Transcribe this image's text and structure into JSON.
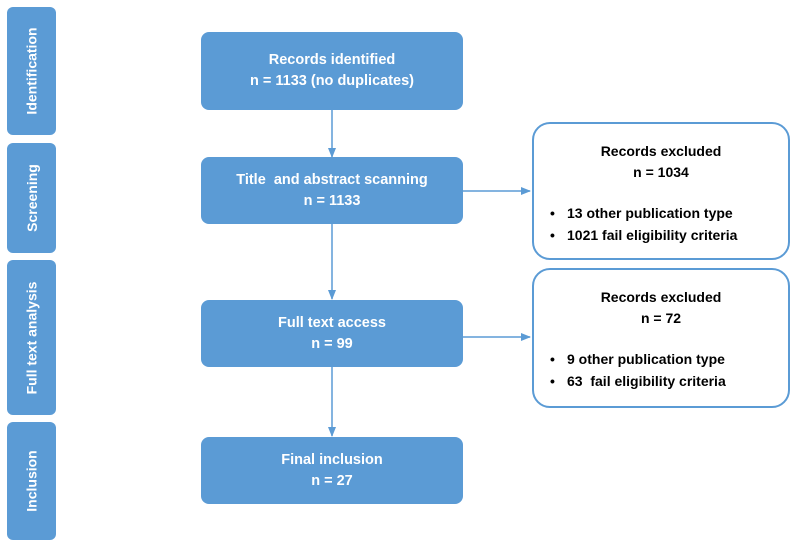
{
  "stages": [
    {
      "label": "Identification"
    },
    {
      "label": "Screening"
    },
    {
      "label": "Full text analysis"
    },
    {
      "label": "Inclusion"
    }
  ],
  "flow": [
    {
      "title": "Records identified",
      "count": "n = 1133 (no duplicates)"
    },
    {
      "title": "Title  and abstract scanning",
      "count": "n = 1133"
    },
    {
      "title": "Full text access",
      "count": "n = 99"
    },
    {
      "title": "Final inclusion",
      "count": "n = 27"
    }
  ],
  "exclusions": [
    {
      "title": "Records excluded",
      "count": "n = 1034",
      "items": [
        "13 other publication type",
        "1021 fail eligibility criteria"
      ]
    },
    {
      "title": "Records excluded",
      "count": "n = 72",
      "items": [
        "9 other publication type",
        "63  fail eligibility criteria"
      ]
    }
  ],
  "colors": {
    "accent": "#5b9bd5",
    "text_on_accent": "#ffffff",
    "text": "#000000"
  }
}
